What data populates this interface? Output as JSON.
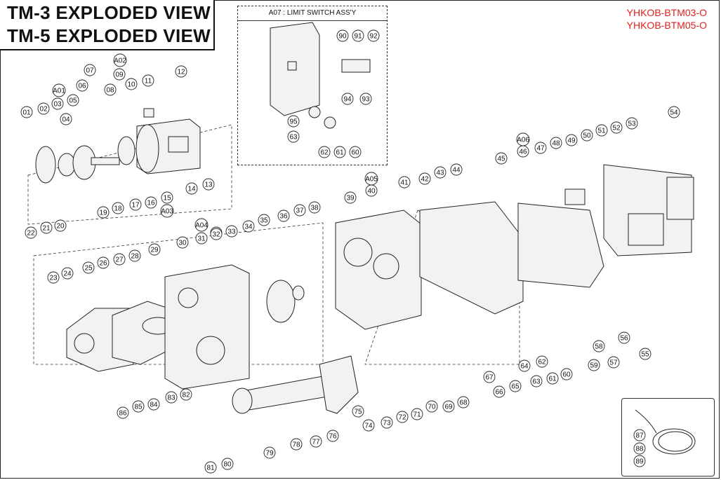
{
  "header": {
    "title_line1": "TM-3 EXPLODED VIEW",
    "title_line2": "TM-5 EXPLODED VIEW",
    "model_code1": "YHKOB-BTM03-O",
    "model_code2": "YHKOB-BTM05-O"
  },
  "inset": {
    "title": "A07 : LIMIT SWITCH ASS'Y"
  },
  "assembly_callouts": [
    "A01",
    "A02",
    "A03",
    "A04",
    "A05",
    "A06"
  ],
  "part_callouts": [
    "01",
    "02",
    "03",
    "04",
    "05",
    "06",
    "07",
    "08",
    "09",
    "10",
    "11",
    "12",
    "13",
    "14",
    "15",
    "16",
    "17",
    "18",
    "19",
    "20",
    "21",
    "22",
    "23",
    "24",
    "25",
    "26",
    "27",
    "28",
    "29",
    "30",
    "31",
    "32",
    "33",
    "34",
    "35",
    "36",
    "37",
    "38",
    "39",
    "40",
    "41",
    "42",
    "43",
    "44",
    "45",
    "46",
    "47",
    "48",
    "49",
    "50",
    "51",
    "52",
    "53",
    "54",
    "55",
    "56",
    "57",
    "58",
    "59",
    "60",
    "61",
    "62",
    "63",
    "64",
    "65",
    "66",
    "67",
    "68",
    "69",
    "70",
    "71",
    "72",
    "73",
    "74",
    "75",
    "76",
    "77",
    "78",
    "79",
    "80",
    "81",
    "82",
    "83",
    "84",
    "85",
    "86",
    "87",
    "88",
    "89",
    "90",
    "91",
    "92",
    "93",
    "94",
    "95",
    "32",
    "60",
    "61",
    "62",
    "63"
  ],
  "colors": {
    "line": "#222222",
    "model_code": "#e0201c"
  }
}
